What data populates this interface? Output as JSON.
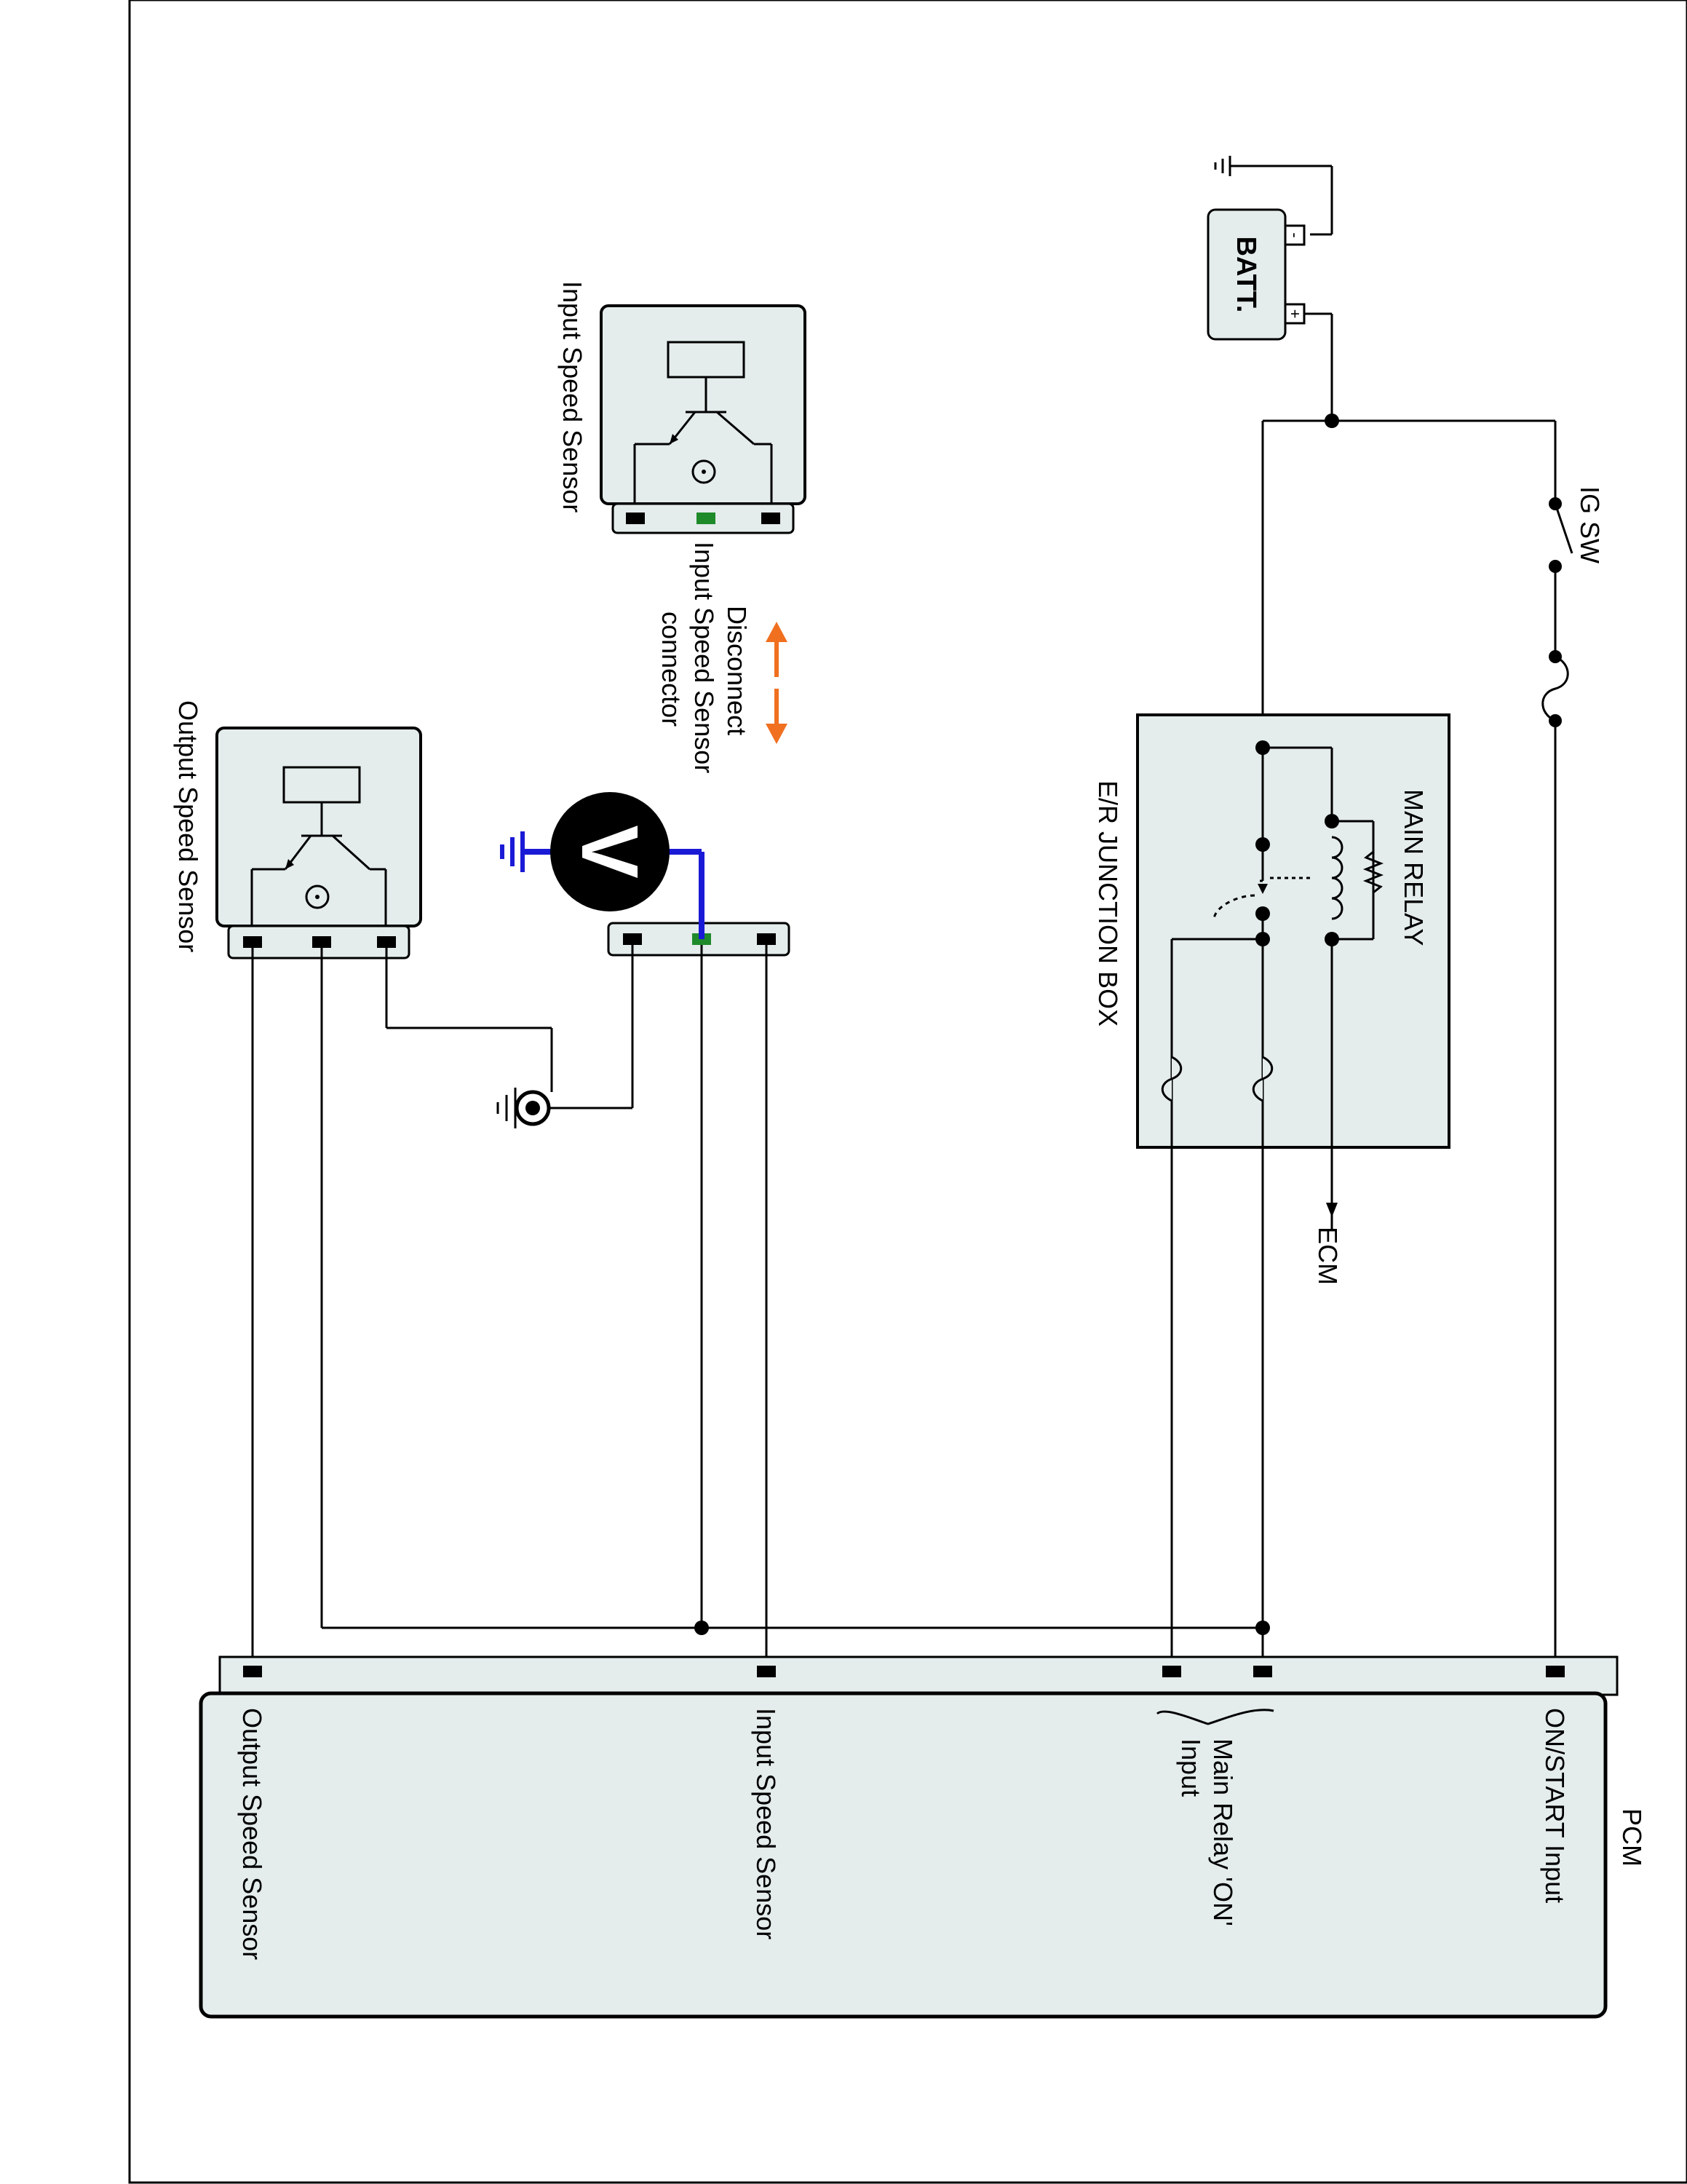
{
  "labels": {
    "batt": "BATT.",
    "ig_sw": "IG SW",
    "main_relay": "MAIN RELAY",
    "er_junction_box": "E/R JUNCTION BOX",
    "ecm": "ECM",
    "input_speed_sensor": "Input Speed Sensor",
    "output_speed_sensor": "Output Speed Sensor",
    "disconnect_line1": "Disconnect",
    "disconnect_line2": "Input Speed Sensor",
    "disconnect_line3": "connector",
    "voltmeter": "V",
    "pcm": "PCM",
    "pcm_on_start": "ON/START Input",
    "pcm_main_relay_line1": "Main Relay 'ON'",
    "pcm_main_relay_line2": "Input",
    "pcm_input_speed": "Input Speed Sensor",
    "pcm_output_speed": "Output Speed Sensor",
    "batt_minus": "-",
    "batt_plus": "+"
  },
  "colors": {
    "box_fill": "#e4ecec",
    "probe_blue": "#1a1ad6",
    "arrow_orange": "#f07020",
    "pin_green": "#1f8a2a",
    "wire": "#000000"
  },
  "icons": [
    "ground-icon",
    "battery-icon",
    "switch-icon",
    "fuse-icon",
    "relay-coil-icon",
    "transistor-icon",
    "voltmeter-icon",
    "arrow-icon"
  ]
}
